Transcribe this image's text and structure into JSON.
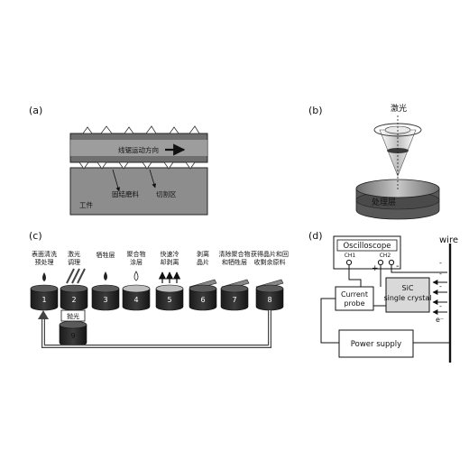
{
  "panels": {
    "a": {
      "label": "(a)",
      "wire_direction": "线锯运动方向",
      "abrasive": "固结磨料",
      "cut_zone": "切割区",
      "workpiece": "工件"
    },
    "b": {
      "label": "(b)",
      "laser": "激光",
      "treated_layer": "处理层"
    },
    "c": {
      "label": "(c)",
      "steps": [
        {
          "num": "1",
          "text": [
            "表面清洗",
            "预处理"
          ]
        },
        {
          "num": "2",
          "text": [
            "激光",
            "调理"
          ]
        },
        {
          "num": "3",
          "text": [
            "牺牲层"
          ]
        },
        {
          "num": "4",
          "text": [
            "聚合物",
            "涂层"
          ]
        },
        {
          "num": "5",
          "text": [
            "快速冷",
            "却剥离"
          ]
        },
        {
          "num": "6",
          "text": [
            "剥离",
            "晶片"
          ]
        },
        {
          "num": "7",
          "text": [
            "清除聚合物",
            "和牺牲层"
          ]
        },
        {
          "num": "8",
          "text": [
            "获得晶片和回",
            "收剩余原料"
          ]
        }
      ],
      "polish_label": "抛光",
      "polish_num": "9"
    },
    "d": {
      "label": "(d)",
      "oscilloscope": "Oscilloscope",
      "ch1": "CH1",
      "ch2": "CH2",
      "plus": "+",
      "minus": "-",
      "probe": [
        "Current",
        "probe"
      ],
      "sic": [
        "SiC",
        "single crystal"
      ],
      "power": "Power supply",
      "wire": "wire",
      "electron": "e⁻",
      "dash": "-"
    }
  }
}
